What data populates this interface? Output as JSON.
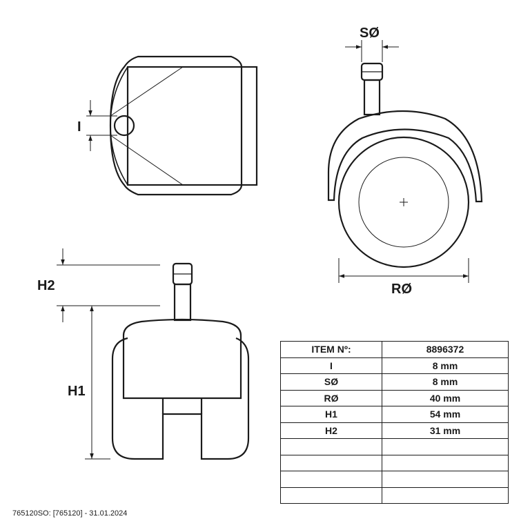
{
  "labels": {
    "i": "I",
    "so": "SØ",
    "ro": "RØ",
    "h1": "H1",
    "h2": "H2"
  },
  "table": {
    "header": [
      "ITEM Nº:",
      "8896372"
    ],
    "rows": [
      [
        "I",
        "8 mm"
      ],
      [
        "SØ",
        "8 mm"
      ],
      [
        "RØ",
        "40 mm"
      ],
      [
        "H1",
        "54 mm"
      ],
      [
        "H2",
        "31 mm"
      ],
      [
        "",
        ""
      ],
      [
        "",
        ""
      ],
      [
        "",
        ""
      ],
      [
        "",
        ""
      ]
    ]
  },
  "footer": "765120SO: [765120] - 31.01.2024"
}
